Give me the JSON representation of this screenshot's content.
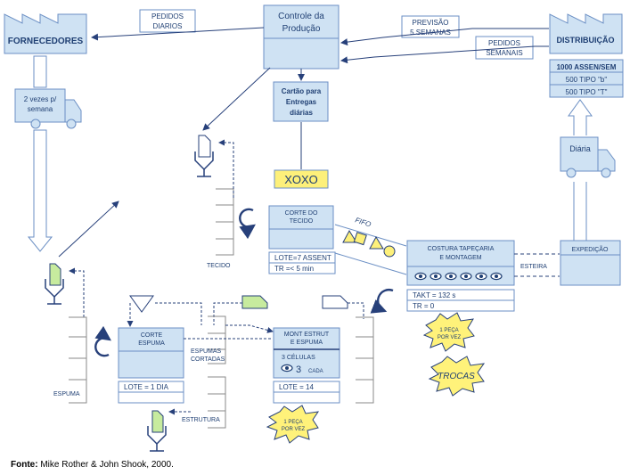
{
  "supplier": {
    "label": "FORNECEDORES",
    "delivery": [
      "2 vezes p/",
      "semana"
    ]
  },
  "customer": {
    "label": "DISTRIBUIÇÃO",
    "demand": [
      "1000 ASSEN/SEM",
      "500 TIPO \"b\"",
      "500 TIPO \"T\""
    ],
    "delivery": "Diária"
  },
  "control": {
    "title": [
      "Controle da",
      "Produção"
    ],
    "card": [
      "Cartão para",
      "Entregas",
      "diárias"
    ],
    "xoxo": "XOXO"
  },
  "info": {
    "daily_orders": [
      "PEDIDOS",
      "DIARIOS"
    ],
    "forecast": [
      "PREVISÃO",
      "5 SEMANAS"
    ],
    "weekly_orders": [
      "PEDIDOS",
      "SEMANAIS"
    ]
  },
  "processes": {
    "corte_tecido": {
      "title": [
        "CORTE DO",
        "TECIDO"
      ],
      "data": [
        "LOTE=7 ASSENT",
        "TR =< 5 min"
      ]
    },
    "costura": {
      "title": [
        "COSTURA TAPEÇARIA",
        "E MONTAGEM"
      ],
      "data": [
        "TAKT = 132 s",
        "TR = 0"
      ]
    },
    "expedicao": {
      "title": "EXPEDIÇÃO"
    },
    "corte_espuma": {
      "title": [
        "CORTE",
        "ESPUMA"
      ],
      "data": [
        "LOTE = 1 DIA"
      ]
    },
    "mont_estrut": {
      "title": [
        "MONT ESTRUT",
        "E ESPUMA"
      ],
      "cells": "3 CÉLULAS",
      "operators": "3",
      "operators_unit": "CADA",
      "data": [
        "LOTE = 14"
      ]
    }
  },
  "labels": {
    "fifo": "FIFO",
    "tecido": "TECIDO",
    "espuma": "ESPUMA",
    "espumas_cortadas": [
      "ESPUMAS",
      "CORTADAS"
    ],
    "estrutura": "ESTRUTURA",
    "esteira": "ESTEIRA"
  },
  "kaizen": {
    "peca_top": [
      "1 PEÇA",
      "POR VEZ"
    ],
    "trocas": "TROCAS",
    "peca_bottom": [
      "1 PEÇA",
      "POR VEZ"
    ]
  },
  "source": {
    "label": "Fonte:",
    "text": "Mike Rother & John Shook, 2000."
  },
  "colors": {
    "box_fill": "#cfe2f3",
    "box_stroke": "#6b8fc4",
    "text": "#1f3f73",
    "kanban_green": "#c7eb9e",
    "xoxo_fill": "#fdf07a",
    "burst_fill": "#fff27a"
  }
}
